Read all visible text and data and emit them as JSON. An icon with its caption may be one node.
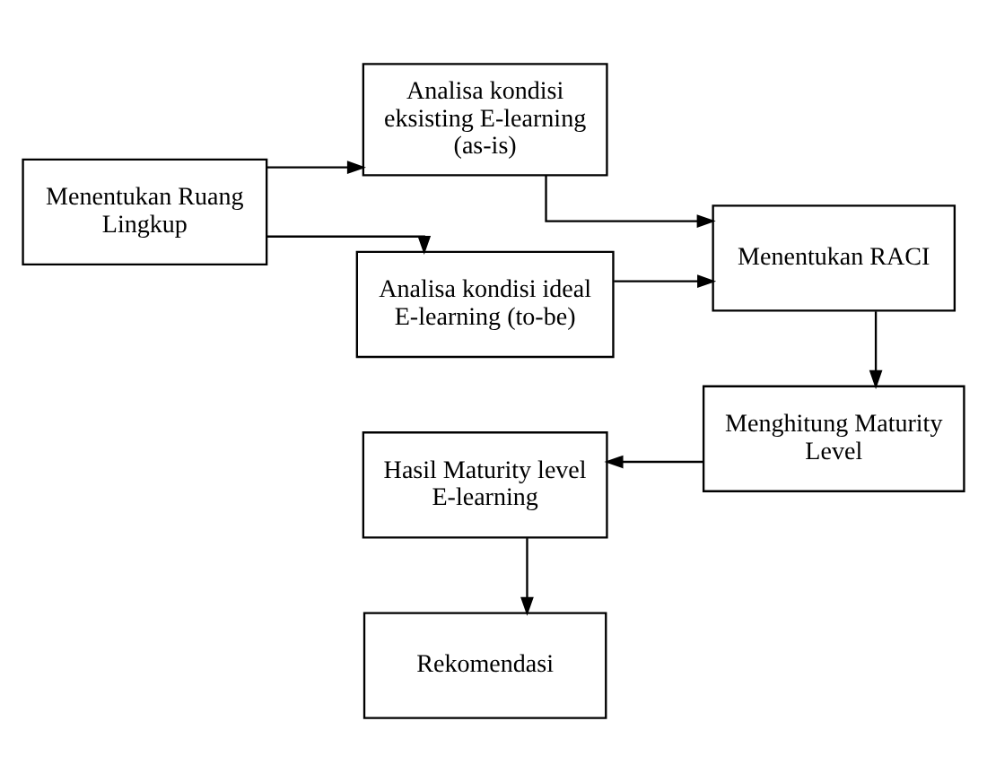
{
  "diagram": {
    "nodes": [
      {
        "text": [
          "Menentukan Ruang Lingkup"
        ]
      },
      {
        "text": [
          "Analisa kondisi eksisting E-learning (as-is)"
        ]
      },
      {
        "text": [
          "Analisa kondisi ideal E-learning (to-be)"
        ]
      },
      {
        "text": [
          "Menentukan RACI"
        ]
      },
      {
        "text": [
          "Menghitung Maturity Level"
        ]
      },
      {
        "text": [
          "Hasil Maturity level E-learning"
        ]
      },
      {
        "text": [
          "Rekomendasi"
        ]
      }
    ],
    "edges": [
      {
        "from": 0,
        "to": 1,
        "arrow": "to"
      },
      {
        "from": 0,
        "to": 2,
        "arrow": "to"
      },
      {
        "from": 1,
        "to": 3,
        "arrow": "to"
      },
      {
        "from": 2,
        "to": 3,
        "arrow": "to"
      },
      {
        "from": 3,
        "to": 4,
        "arrow": "to"
      },
      {
        "from": 4,
        "to": 5,
        "arrow": "to"
      },
      {
        "from": 5,
        "to": 6,
        "arrow": "to"
      }
    ]
  }
}
